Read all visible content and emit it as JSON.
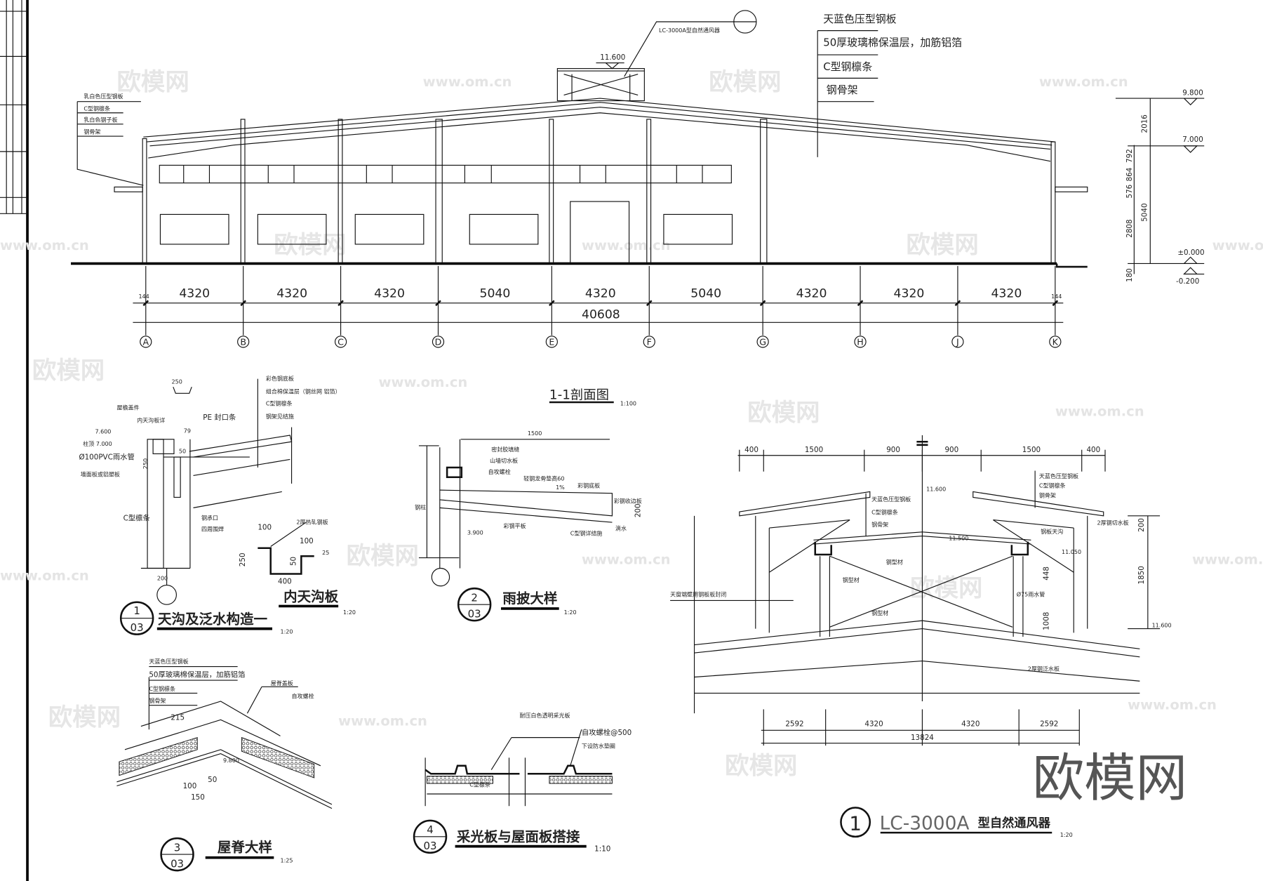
{
  "elevation": {
    "title": "1-1剖面图",
    "scale": "1:100",
    "vent_callout": "LC-3000A型自然通风器",
    "ridge_level": "11.600",
    "left_layers": [
      "乳白色压型钢板",
      "C型钢檩条",
      "乳白色钢子板",
      "钢骨架"
    ],
    "right_layers": [
      "天蓝色压型钢板",
      "50厚玻璃棉保温层，加筋铝箔",
      "C型钢檩条",
      "钢骨架"
    ],
    "bay_dims": [
      "4320",
      "4320",
      "4320",
      "5040",
      "4320",
      "5040",
      "4320",
      "4320",
      "4320"
    ],
    "edge_dim": "144",
    "total_dim": "40608",
    "axes": [
      "A",
      "B",
      "C",
      "D",
      "E",
      "F",
      "G",
      "H",
      "J",
      "K"
    ],
    "levels": [
      "9.800",
      "7.000",
      "±0.000",
      "-0.200"
    ],
    "vertical_dims": [
      "2016",
      "792",
      "864",
      "576",
      "5040",
      "2808",
      "180"
    ]
  },
  "detail1": {
    "number": "1",
    "sheet": "03",
    "title": "天沟及泛水构造一",
    "scale": "1:20",
    "labels": [
      "屋檐盖件",
      "内天沟板详",
      "PE 封口条",
      "Ø100PVC雨水管",
      "墙面板或铝塑板",
      "C型檩条",
      "钢承口",
      "四周围焊",
      "彩色钢底板",
      "组合棉保温层（钢丝网 铝箔）",
      "C型钢檩条",
      "钢架见结施"
    ],
    "levels": [
      "7.600",
      "柱顶 7.000"
    ],
    "dims": [
      "250",
      "50",
      "79",
      "200",
      "250"
    ]
  },
  "gutter_plate": {
    "title": "内天沟板",
    "scale": "1:20",
    "label": "2厚热轧钢板",
    "dims": [
      "100",
      "100",
      "250",
      "50",
      "400",
      "25"
    ]
  },
  "detail2": {
    "number": "2",
    "sheet": "03",
    "title": "雨披大样",
    "scale": "1:20",
    "labels": [
      "密封胶填缝",
      "山墙切水板",
      "自攻螺栓",
      "轻钢龙骨垫高60",
      "彩钢底板",
      "彩钢收边板",
      "彩钢平板",
      "C型钢详结施",
      "滴水",
      "钢柱"
    ],
    "dims": [
      "1500",
      "200",
      "1%"
    ],
    "level": "3.900"
  },
  "detail3": {
    "number": "3",
    "sheet": "03",
    "title": "屋脊大样",
    "scale": "1:25",
    "layers": [
      "天蓝色压型钢板",
      "50厚玻璃棉保温层，加筋铝箔",
      "C型钢檩条",
      "钢骨架"
    ],
    "labels": [
      "屋脊盖板",
      "自攻螺栓"
    ],
    "dims": [
      "215",
      "100",
      "50",
      "150"
    ],
    "level": "9.800"
  },
  "detail4": {
    "number": "4",
    "sheet": "03",
    "title": "采光板与屋面板搭接",
    "scale": "1:10",
    "labels": [
      "耐压白色透明采光板",
      "自攻螺栓@500",
      "下设防水垫圈",
      "C型檩条"
    ]
  },
  "vent_detail": {
    "number": "1",
    "title_code": "LC-3000A",
    "title_text": "型自然通风器",
    "scale": "1:20",
    "top_dims": [
      "400",
      "1500",
      "900",
      "900",
      "1500",
      "400"
    ],
    "bottom_dims": [
      "2592",
      "4320",
      "4320",
      "2592"
    ],
    "total_dim": "13824",
    "right_dims": [
      "200",
      "1850"
    ],
    "inner_dims": [
      "448",
      "1008"
    ],
    "levels": [
      "11.600",
      "11.500",
      "11.050",
      "11.600"
    ],
    "labels_left": [
      "天蓝色压型钢板",
      "C型钢檩条",
      "钢骨架"
    ],
    "labels_right": [
      "天蓝色压型钢板",
      "C型钢檩条",
      "钢骨架"
    ],
    "labels": [
      "2厚钢切水板",
      "钢板天沟",
      "Ø75雨水管",
      "钢型材",
      "钢型材",
      "钢型材",
      "天窗端壁用钢板板封闭",
      "2厚钢泛水板"
    ]
  },
  "watermark": {
    "brand": "欧模网",
    "url": "www.om.cn"
  }
}
